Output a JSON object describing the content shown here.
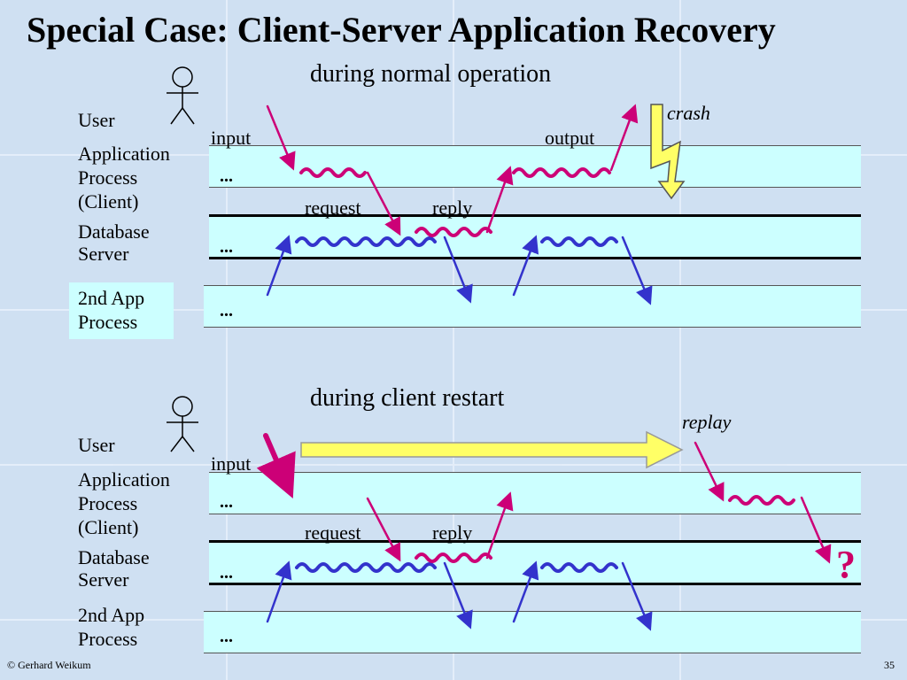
{
  "title": "Special Case: Client-Server Application Recovery",
  "panels": [
    {
      "heading": "during normal operation",
      "labels": {
        "user": "User",
        "client": [
          "Application",
          "Process",
          "(Client)"
        ],
        "db": [
          "Database",
          "Server"
        ],
        "app2": [
          "2nd App",
          "Process"
        ]
      },
      "input": "input",
      "output": "output",
      "request": "request",
      "reply": "reply",
      "crash": "crash",
      "ellipsis": "..."
    },
    {
      "heading": "during client restart",
      "labels": {
        "user": "User",
        "client": [
          "Application",
          "Process",
          "(Client)"
        ],
        "db": [
          "Database",
          "Server"
        ],
        "app2": [
          "2nd App",
          "Process"
        ]
      },
      "input": "input",
      "request": "request",
      "reply": "reply",
      "replay": "replay",
      "question": "?",
      "ellipsis": "..."
    }
  ],
  "footer": {
    "copyright": "© Gerhard Weikum",
    "page": "35"
  },
  "colors": {
    "background": "#cfe0f2",
    "lane": "#ccffff",
    "client_arrow": "#cc0077",
    "server_arrow": "#3333cc",
    "replay_arrow": "#ffff66",
    "crash_bolt": "#ffff66"
  }
}
